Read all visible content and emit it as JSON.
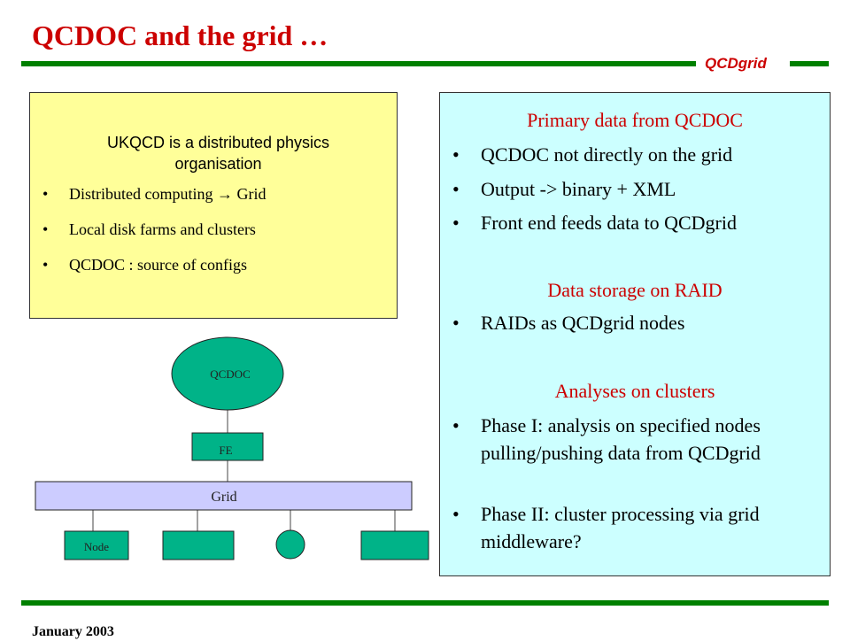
{
  "header": {
    "title": "QCDOC and the grid …",
    "brand": "QCDgrid"
  },
  "left_panel": {
    "heading": "UKQCD is a distributed physics organisation",
    "items": [
      "Distributed computing → Grid",
      "Local disk farms and clusters",
      "QCDOC : source of configs"
    ]
  },
  "right_panel": {
    "sections": [
      {
        "heading": "Primary data from QCDOC",
        "items": [
          "QCDOC not directly on the grid",
          "Output -> binary + XML",
          "Front end feeds data to QCDgrid"
        ]
      },
      {
        "heading": "Data storage on RAID",
        "items": [
          "RAIDs as QCDgrid nodes"
        ]
      },
      {
        "heading": "Analyses on clusters",
        "items": [
          "Phase I: analysis on specified nodes pulling/pushing data from QCDgrid",
          "Phase II: cluster processing via grid middleware?"
        ]
      }
    ]
  },
  "diagram": {
    "qcdoc_label": "QCDOC",
    "fe_label": "FE",
    "grid_label": "Grid",
    "node_label": "Node"
  },
  "colors": {
    "title_red": "#cc0000",
    "rule_green": "#008000",
    "left_box_yellow": "#ffff99",
    "right_box_cyan": "#ccffff",
    "node_green": "#00b388",
    "grid_bar": "#ccccff"
  },
  "footer": {
    "date": "January 2003"
  }
}
